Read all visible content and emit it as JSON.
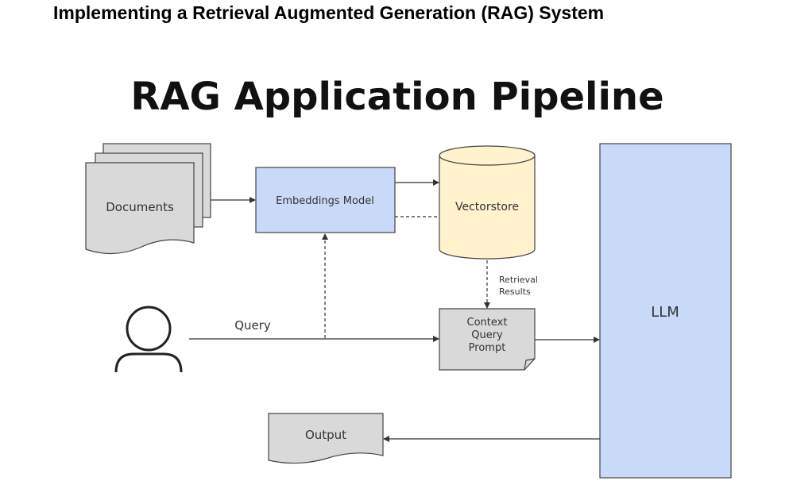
{
  "header": {
    "title": "Implementing a Retrieval Augmented Generation (RAG) System"
  },
  "diagram": {
    "title": "RAG Application Pipeline",
    "nodes": {
      "documents": "Documents",
      "embeddings_model": "Embeddings Model",
      "vectorstore": "Vectorstore",
      "retrieval_results": [
        "Retrieval",
        "Results"
      ],
      "query": "Query",
      "prompt": [
        "Context",
        "Query",
        "Prompt"
      ],
      "llm": "LLM",
      "output": "Output"
    },
    "colors": {
      "documents_fill": "#d9d9d9",
      "embeddings_fill": "#c9daf8",
      "vectorstore_fill": "#fff2cc",
      "prompt_fill": "#d9d9d9",
      "llm_fill": "#c9daf8",
      "output_fill": "#d9d9d9",
      "stroke": "#444444"
    }
  }
}
